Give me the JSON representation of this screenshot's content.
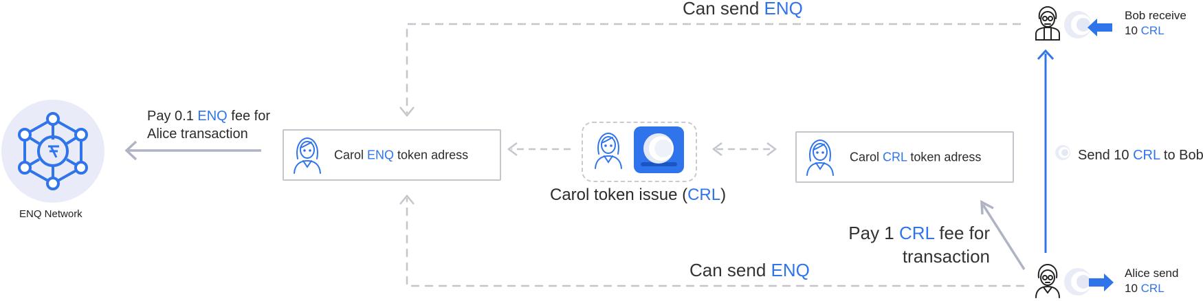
{
  "top_send": {
    "prefix": "Can send ",
    "token": "ENQ"
  },
  "bottom_send": {
    "prefix": "Can send ",
    "token": "ENQ"
  },
  "network": {
    "label": "ENQ Network"
  },
  "fee_left": {
    "line1_a": "Pay 0.1 ",
    "line1_token": "ENQ",
    "line1_b": " fee for",
    "line2": "Alice transaction"
  },
  "enq_box": {
    "prefix": "Carol ",
    "token": "ENQ",
    "suffix": " token adress"
  },
  "issue": {
    "prefix": "Carol token issue (",
    "token": "CRL",
    "suffix": ")"
  },
  "crl_box": {
    "prefix": "Carol ",
    "token": "CRL",
    "suffix": " token adress"
  },
  "fee_right": {
    "line1_a": "Pay 1 ",
    "line1_token": "CRL",
    "line1_b": " fee for",
    "line2": "transaction"
  },
  "bob": {
    "line1": "Bob receive",
    "line2_a": "10 ",
    "line2_token": "CRL"
  },
  "alice": {
    "line1": "Alice send",
    "line2_a": "10 ",
    "line2_token": "CRL"
  },
  "transfer": {
    "prefix": "Send 10 ",
    "token": "CRL",
    "suffix": " to Bob"
  },
  "colors": {
    "accent": "#2f74ea",
    "line": "#c3c6cc",
    "arrow_gray": "#aeb4c4"
  },
  "icons": [
    "network-icon",
    "carol-avatar-icon",
    "coin-icon",
    "bob-avatar-icon",
    "alice-avatar-icon",
    "arrow-left-icon",
    "arrow-right-icon"
  ]
}
